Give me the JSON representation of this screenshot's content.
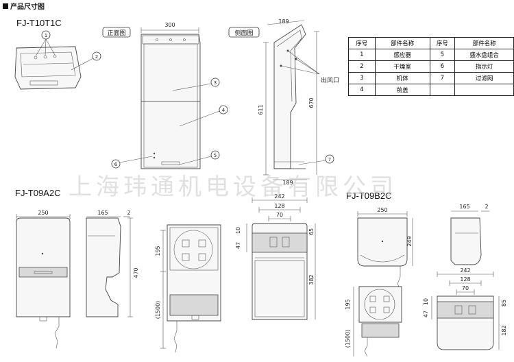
{
  "section_title": "产品尺寸图",
  "models": {
    "t10": "FJ-T10T1C",
    "t09a": "FJ-T09A2C",
    "t09b": "FJ-T09B2C"
  },
  "views": {
    "front": "正面图",
    "side": "侧面图"
  },
  "outlet_label": "出风口",
  "callouts": [
    "1",
    "2",
    "3",
    "4",
    "5",
    "6",
    "7"
  ],
  "dims_t10": {
    "width": "300",
    "depth": "189",
    "height_front": "611",
    "height_side": "670",
    "bottom_depth": "189"
  },
  "dims_t09a": {
    "width": "250",
    "depth": "165",
    "gap": "2",
    "height": "470",
    "h195": "195",
    "cord": "(1500)",
    "back_width": "242",
    "w128": "128",
    "w70": "70",
    "v10": "10",
    "v47": "47",
    "v65": "65",
    "v382": "382"
  },
  "dims_t09b": {
    "width": "250",
    "h249": "249",
    "depth": "165",
    "gap": "2",
    "h195": "195",
    "cord": "(1500)",
    "back_width": "242",
    "w128": "128",
    "w70": "70",
    "v10": "10",
    "v47": "47",
    "v85": "85",
    "v182": "182"
  },
  "parts_table": {
    "headers": [
      "序号",
      "部件名称",
      "序号",
      "部件名称"
    ],
    "rows": [
      [
        "1",
        "感应器",
        "5",
        "盛水盘组合"
      ],
      [
        "2",
        "干燥室",
        "6",
        "指示灯"
      ],
      [
        "3",
        "机体",
        "7",
        "过滤网"
      ],
      [
        "4",
        "前盖",
        "",
        ""
      ]
    ]
  },
  "watermark": "上海玮通机电设备有限公司"
}
